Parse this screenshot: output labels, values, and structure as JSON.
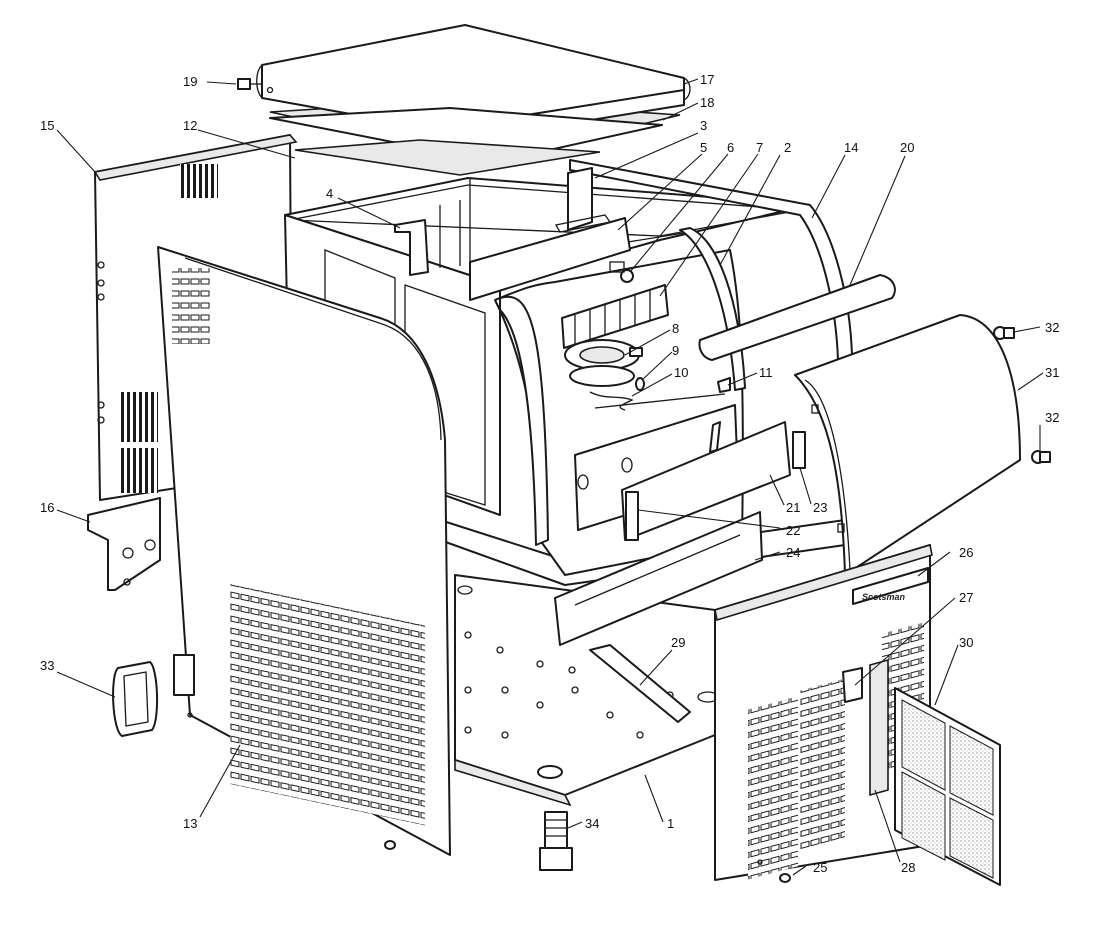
{
  "diagram": {
    "brand_label": "Scotsman",
    "callouts": [
      "1",
      "2",
      "3",
      "4",
      "5",
      "6",
      "7",
      "8",
      "9",
      "10",
      "11",
      "12",
      "13",
      "14",
      "15",
      "16",
      "17",
      "18",
      "19",
      "20",
      "21",
      "22",
      "23",
      "24",
      "25",
      "26",
      "27",
      "28",
      "29",
      "30",
      "31",
      "32",
      "32",
      "33",
      "34"
    ]
  }
}
